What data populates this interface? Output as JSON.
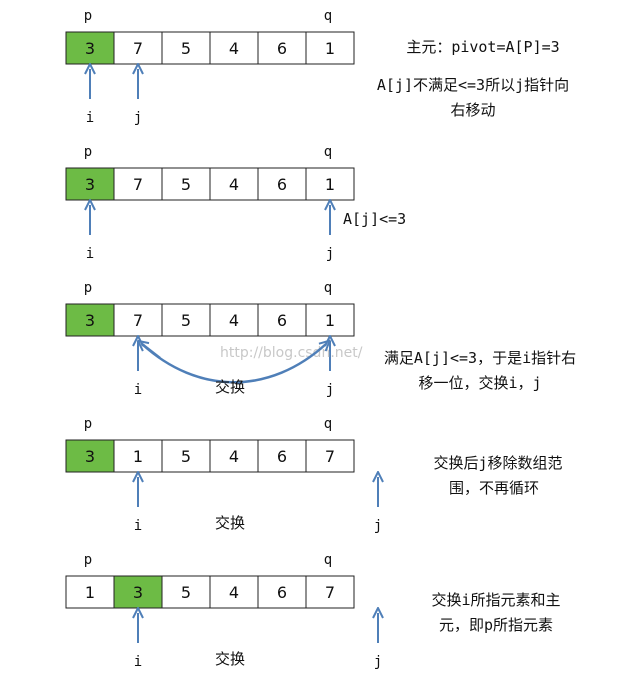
{
  "colors": {
    "pivot_fill": "#6dbb45",
    "arrow": "#4f7fb8",
    "border": "#222222",
    "watermark": "#cccccc"
  },
  "steps": [
    {
      "cells": [
        "3",
        "7",
        "5",
        "4",
        "6",
        "1"
      ],
      "highlight": 0,
      "p_label": "p",
      "p_index": 0,
      "q_label": "q",
      "q_index": 5,
      "i_label": "i",
      "i_index": 0,
      "j_label": "j",
      "j_index": 1,
      "notes": [
        "主元：pivot=A[P]=3",
        "A[j]不满足<=3所以j指针向",
        "右移动"
      ],
      "side_note": "",
      "swap_label": ""
    },
    {
      "cells": [
        "3",
        "7",
        "5",
        "4",
        "6",
        "1"
      ],
      "highlight": 0,
      "p_label": "p",
      "p_index": 0,
      "q_label": "q",
      "q_index": 5,
      "i_label": "i",
      "i_index": 0,
      "j_label": "j",
      "j_index": 5,
      "notes": [],
      "side_note": "A[j]<=3",
      "swap_label": ""
    },
    {
      "cells": [
        "3",
        "7",
        "5",
        "4",
        "6",
        "1"
      ],
      "highlight": 0,
      "p_label": "p",
      "p_index": 0,
      "q_label": "q",
      "q_index": 5,
      "i_label": "i",
      "i_index": 1,
      "j_label": "j",
      "j_index": 5,
      "notes": [
        "满足A[j]<=3，于是i指针右",
        "移一位，交换i，j"
      ],
      "side_note": "",
      "swap_label": "交换",
      "watermark": "http://blog.csdn.net/"
    },
    {
      "cells": [
        "3",
        "1",
        "5",
        "4",
        "6",
        "7"
      ],
      "highlight": 0,
      "p_label": "p",
      "p_index": 0,
      "q_label": "q",
      "q_index": 5,
      "i_label": "i",
      "i_index": 1,
      "j_label": "j",
      "j_index": 6,
      "notes": [
        "交换后j移除数组范",
        "围，不再循环"
      ],
      "side_note": "",
      "swap_label": "交换"
    },
    {
      "cells": [
        "1",
        "3",
        "5",
        "4",
        "6",
        "7"
      ],
      "highlight": 1,
      "p_label": "p",
      "p_index": 0,
      "q_label": "q",
      "q_index": 5,
      "i_label": "i",
      "i_index": 1,
      "j_label": "j",
      "j_index": 6,
      "notes": [
        "交换i所指元素和主",
        "元，即p所指元素"
      ],
      "side_note": "",
      "swap_label": "交换"
    }
  ]
}
